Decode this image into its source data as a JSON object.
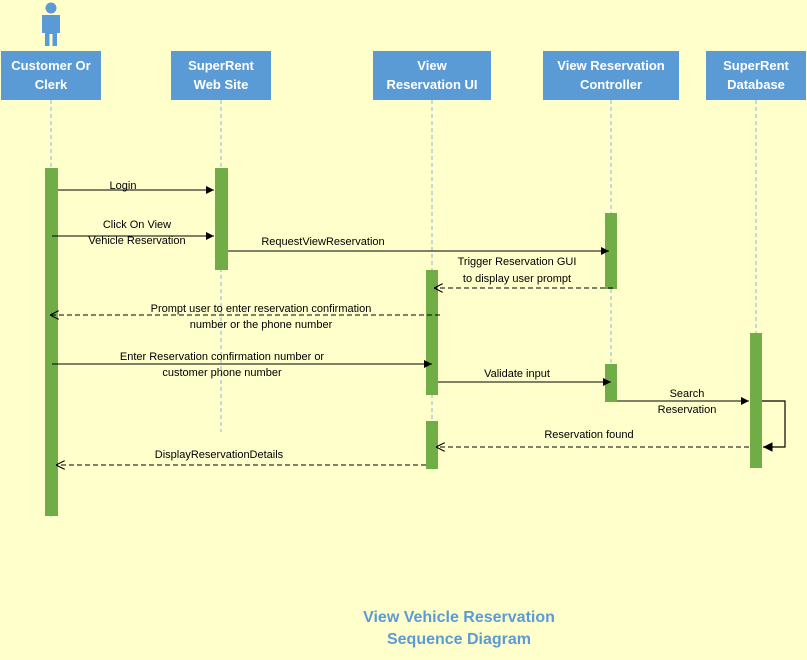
{
  "diagram": {
    "title_lines": [
      "View Vehicle Reservation",
      "Sequence Diagram"
    ],
    "colors": {
      "background": "#ffffcc",
      "header": "#5b9bd5",
      "header_text": "#ffffff",
      "activation": "#70ad47",
      "lifeline": "#8fb4d9",
      "message": "#000000",
      "title": "#5b9bd5"
    },
    "actor_icon": "person-icon",
    "lifelines": [
      {
        "id": "customer",
        "label_lines": [
          "Customer Or",
          "Clerk"
        ]
      },
      {
        "id": "website",
        "label_lines": [
          "SuperRent",
          "Web Site"
        ]
      },
      {
        "id": "ui",
        "label_lines": [
          "View",
          "Reservation UI"
        ]
      },
      {
        "id": "controller",
        "label_lines": [
          "View Reservation",
          "Controller"
        ]
      },
      {
        "id": "database",
        "label_lines": [
          "SuperRent",
          "Database"
        ]
      }
    ],
    "messages": [
      {
        "from": "customer",
        "to": "website",
        "type": "sync",
        "label_lines": [
          "Login"
        ]
      },
      {
        "from": "customer",
        "to": "website",
        "type": "sync",
        "label_lines": [
          "Click On View",
          "Vehicle Reservation"
        ]
      },
      {
        "from": "website",
        "to": "controller",
        "type": "sync",
        "label_lines": [
          "RequestViewReservation"
        ]
      },
      {
        "from": "controller",
        "to": "ui",
        "type": "return",
        "label_lines": [
          "Trigger Reservation GUI",
          "to display user prompt"
        ]
      },
      {
        "from": "ui",
        "to": "customer",
        "type": "return",
        "label_lines": [
          "Prompt user to enter reservation confirmation",
          "number or the phone number"
        ]
      },
      {
        "from": "customer",
        "to": "ui",
        "type": "sync",
        "label_lines": [
          "Enter Reservation confirmation number or",
          "customer phone number"
        ]
      },
      {
        "from": "ui",
        "to": "controller",
        "type": "sync",
        "label_lines": [
          "Validate input"
        ]
      },
      {
        "from": "controller",
        "to": "database",
        "type": "sync",
        "label_lines": [
          "Search",
          "Reservation"
        ]
      },
      {
        "from": "database",
        "to": "database",
        "type": "self",
        "label_lines": []
      },
      {
        "from": "database",
        "to": "ui",
        "type": "return",
        "label_lines": [
          "Reservation found"
        ]
      },
      {
        "from": "ui",
        "to": "customer",
        "type": "return",
        "label_lines": [
          "DisplayReservationDetails"
        ]
      }
    ]
  }
}
